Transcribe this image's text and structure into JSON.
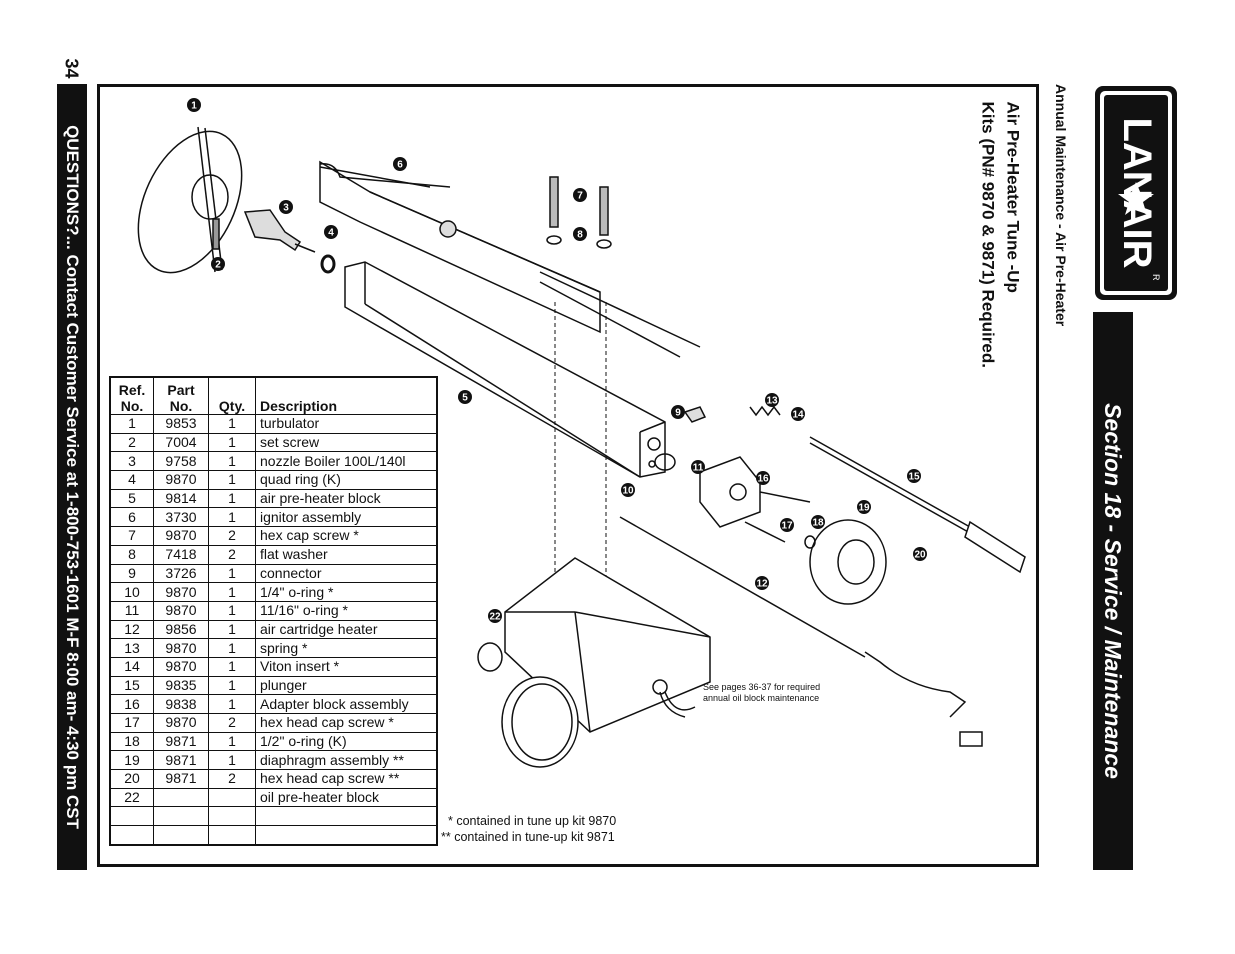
{
  "page": {
    "number": "34",
    "left_bar": "QUESTIONS?... Contact Customer Service at 1-800-753-1601 M-F 8:00 am- 4:30 pm CST",
    "section_title": "Section 18 - Service / Maintenance",
    "subheading": "Annual Maintenance - Air Pre-Heater",
    "logo_text": "LANAIR",
    "logo_mark": "R",
    "kit_line1": "Air Pre-Heater Tune -Up",
    "kit_line2": "Kits (PN# 9870 & 9871) Required."
  },
  "diagram": {
    "oil_note_line1": "See pages 36-37 for required",
    "oil_note_line2": "annual oil block maintenance",
    "callouts": [
      "1",
      "2",
      "3",
      "4",
      "5",
      "6",
      "7",
      "8",
      "9",
      "10",
      "11",
      "12",
      "13",
      "14",
      "15",
      "16",
      "17",
      "18",
      "19",
      "20",
      "22"
    ]
  },
  "table": {
    "headers": {
      "ref_1": "Ref.",
      "ref_2": "No.",
      "part_1": "Part",
      "part_2": "No.",
      "qty": "Qty.",
      "desc": "Description"
    },
    "rows": [
      {
        "ref": "1",
        "part": "9853",
        "qty": "1",
        "desc": "turbulator"
      },
      {
        "ref": "2",
        "part": "7004",
        "qty": "1",
        "desc": "set screw"
      },
      {
        "ref": "3",
        "part": "9758",
        "qty": "1",
        "desc": "nozzle Boiler 100L/140l"
      },
      {
        "ref": "4",
        "part": "9870",
        "qty": "1",
        "desc": "quad ring (K)"
      },
      {
        "ref": "5",
        "part": "9814",
        "qty": "1",
        "desc": "air pre-heater block"
      },
      {
        "ref": "6",
        "part": "3730",
        "qty": "1",
        "desc": "ignitor assembly"
      },
      {
        "ref": "7",
        "part": "9870",
        "qty": "2",
        "desc": "hex cap screw *"
      },
      {
        "ref": "8",
        "part": "7418",
        "qty": "2",
        "desc": "flat washer"
      },
      {
        "ref": "9",
        "part": "3726",
        "qty": "1",
        "desc": "connector"
      },
      {
        "ref": "10",
        "part": "9870",
        "qty": "1",
        "desc": "1/4\" o-ring *"
      },
      {
        "ref": "11",
        "part": "9870",
        "qty": "1",
        "desc": "11/16\" o-ring *"
      },
      {
        "ref": "12",
        "part": "9856",
        "qty": "1",
        "desc": "air cartridge heater"
      },
      {
        "ref": "13",
        "part": "9870",
        "qty": "1",
        "desc": "spring *"
      },
      {
        "ref": "14",
        "part": "9870",
        "qty": "1",
        "desc": "Viton insert *"
      },
      {
        "ref": "15",
        "part": "9835",
        "qty": "1",
        "desc": "plunger"
      },
      {
        "ref": "16",
        "part": "9838",
        "qty": "1",
        "desc": "Adapter block assembly"
      },
      {
        "ref": "17",
        "part": "9870",
        "qty": "2",
        "desc": "hex head cap screw *"
      },
      {
        "ref": "18",
        "part": "9871",
        "qty": "1",
        "desc": "1/2\" o-ring (K)"
      },
      {
        "ref": "19",
        "part": "9871",
        "qty": "1",
        "desc": "diaphragm assembly **"
      },
      {
        "ref": "20",
        "part": "9871",
        "qty": "2",
        "desc": "hex  head cap screw **"
      },
      {
        "ref": "22",
        "part": "",
        "qty": "",
        "desc": "oil pre-heater block"
      },
      {
        "ref": "",
        "part": "",
        "qty": "",
        "desc": ""
      },
      {
        "ref": "",
        "part": "",
        "qty": "",
        "desc": ""
      }
    ]
  },
  "notes": {
    "note1": "* contained in tune up kit 9870",
    "note2": "** contained in tune-up kit 9871"
  }
}
